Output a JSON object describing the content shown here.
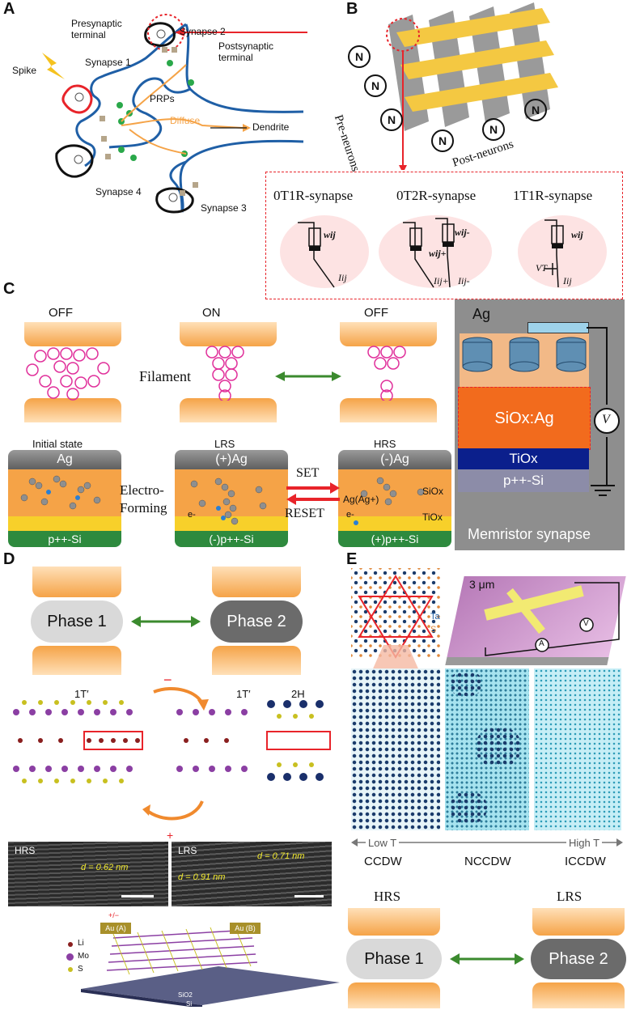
{
  "panels": {
    "a": "A",
    "b": "B",
    "c": "C",
    "d": "D",
    "e": "E"
  },
  "a": {
    "presynaptic": "Presynaptic terminal",
    "synapse2": "Synapse 2",
    "postsynaptic": "Postsynaptic terminal",
    "spike": "Spike",
    "synapse1": "Synapse 1",
    "prps": "PRPs",
    "diffuse": "Diffuse",
    "dendrite": "Dendrite",
    "synapse4": "Synapse 4",
    "synapse3": "Synapse 3"
  },
  "b": {
    "neuron": "N",
    "pre": "Pre-neurons",
    "post": "Post-neurons",
    "syn0": "0T1R-synapse",
    "syn1": "0T2R-synapse",
    "syn2": "1T1R-synapse",
    "wij": "wij",
    "wijm": "wij-",
    "wijp": "wij+",
    "iij": "Iij",
    "iijp": "Iij+",
    "iijm": "Iij-",
    "vt": "VT"
  },
  "c": {
    "off1": "OFF",
    "on": "ON",
    "off2": "OFF",
    "filament": "Filament",
    "initial": "Initial state",
    "ag": "Ag",
    "lrs": "LRS",
    "hrs": "HRS",
    "pag": "(+)Ag",
    "mag": "(-)Ag",
    "set": "SET",
    "reset": "RESET",
    "electro": "Electro-",
    "forming": "Forming",
    "agion": "Ag(Ag+)",
    "siox": "SiOx",
    "tiox": "TiOx",
    "psi": "p++-Si",
    "mpsi": "(-)p++-Si",
    "ppsi": "(+)p++-Si",
    "e": "e-",
    "mem_ag": "Ag",
    "mem_sioxag": "SiOx:Ag",
    "mem_tiox": "TiOx",
    "mem_psi": "p++-Si",
    "mem_v": "V",
    "mem_title": "Memristor synapse"
  },
  "d": {
    "phase1": "Phase 1",
    "phase2": "Phase 2",
    "t1a": "1T′",
    "t1b": "1T′",
    "h2": "2H",
    "minus": "−",
    "plus": "+",
    "hrs": "HRS",
    "lrs": "LRS",
    "d1": "d = 0.62 nm",
    "d2": "d = 0.71 nm",
    "d3": "d = 0.91 nm",
    "li": "Li",
    "mo": "Mo",
    "s": "S",
    "aua": "Au (A)",
    "aub": "Au (B)",
    "pm": "+/−",
    "sio2": "SiO2",
    "si": "Si"
  },
  "e": {
    "ta": "Ta",
    "s": "S",
    "um": "3 μm",
    "a": "A",
    "v": "V",
    "low": "Low T",
    "high": "High T",
    "ccdw": "CCDW",
    "nccdw": "NCCDW",
    "iccdw": "ICCDW",
    "hrs": "HRS",
    "lrs": "LRS",
    "phase1": "Phase 1",
    "phase2": "Phase 2"
  },
  "colors": {
    "red": "#e8242a",
    "green": "#3b8a2e",
    "orange": "#f5a347",
    "gray": "#6b6b6b",
    "navy": "#1a2f80"
  }
}
